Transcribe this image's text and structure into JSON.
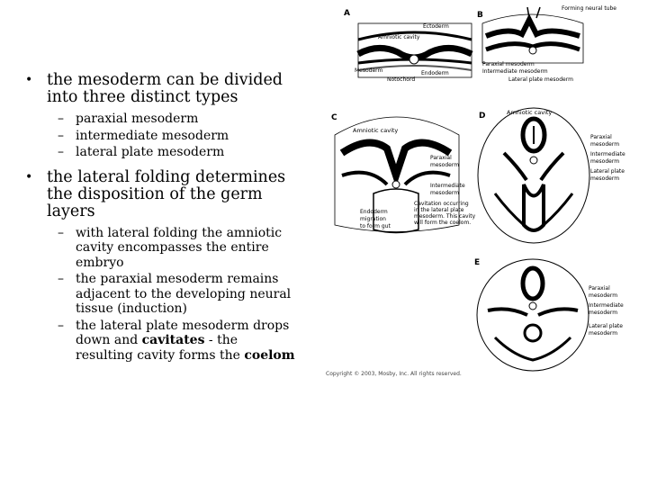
{
  "slide": {
    "bullet1": "the mesoderm can be divided into three distinct types",
    "sub1": [
      "paraxial mesoderm",
      "intermediate mesoderm",
      "lateral plate mesoderm"
    ],
    "bullet2": "the lateral folding determines the disposition of the germ layers",
    "sub2_1": "with lateral folding the amniotic cavity encompasses the entire embryo",
    "sub2_2": "the paraxial mesoderm remains adjacent to the developing neural tissue (induction)",
    "sub2_3_pre": "the lateral plate mesoderm drops down and ",
    "sub2_3_bold1": "cavitates",
    "sub2_3_mid": " - the resulting cavity forms the ",
    "sub2_3_bold2": "coelom"
  },
  "figure": {
    "panel_letters": [
      "A",
      "B",
      "C",
      "D",
      "E"
    ],
    "labels": {
      "forming_neural_tube": "Forming neural tube",
      "ectoderm": "Ectoderm",
      "amniotic_cavity": "Amniotic cavity",
      "mesoderm": "Mesoderm",
      "endoderm": "Endoderm",
      "notochord": "Notochord",
      "paraxial_mesoderm": "Paraxial mesoderm",
      "intermediate_mesoderm": "Intermediate mesoderm",
      "lateral_plate_mesoderm": "Lateral plate mesoderm",
      "c_amniotic": "Amniotic cavity",
      "c_paraxial_1": "Paraxial",
      "c_paraxial_2": "mesoderm",
      "c_intermediate_1": "Intermediate",
      "c_intermediate_2": "mesoderm",
      "c_endoderm_1": "Endoderm",
      "c_endoderm_2": "migration",
      "c_endoderm_3": "to form gut",
      "c_cavitation_1": "Cavitation occurring",
      "c_cavitation_2": "in the lateral plate",
      "c_cavitation_3": "mesoderm. This cavity",
      "c_cavitation_4": "will form the coelom.",
      "d_amniotic": "Amniotic cavity",
      "d_paraxial": "Paraxial",
      "d_paraxial_2": "mesoderm",
      "d_intermediate": "Intermediate",
      "d_intermediate_2": "mesoderm",
      "d_lateral": "Lateral plate",
      "d_lateral_2": "mesoderm",
      "e_paraxial": "Paraxial",
      "e_paraxial_2": "mesoderm",
      "e_intermediate": "Intermediate",
      "e_intermediate_2": "mesoderm",
      "e_lateral": "Lateral plate",
      "e_lateral_2": "mesoderm"
    },
    "copyright": "Copyright © 2003, Mosby, Inc. All rights reserved."
  }
}
